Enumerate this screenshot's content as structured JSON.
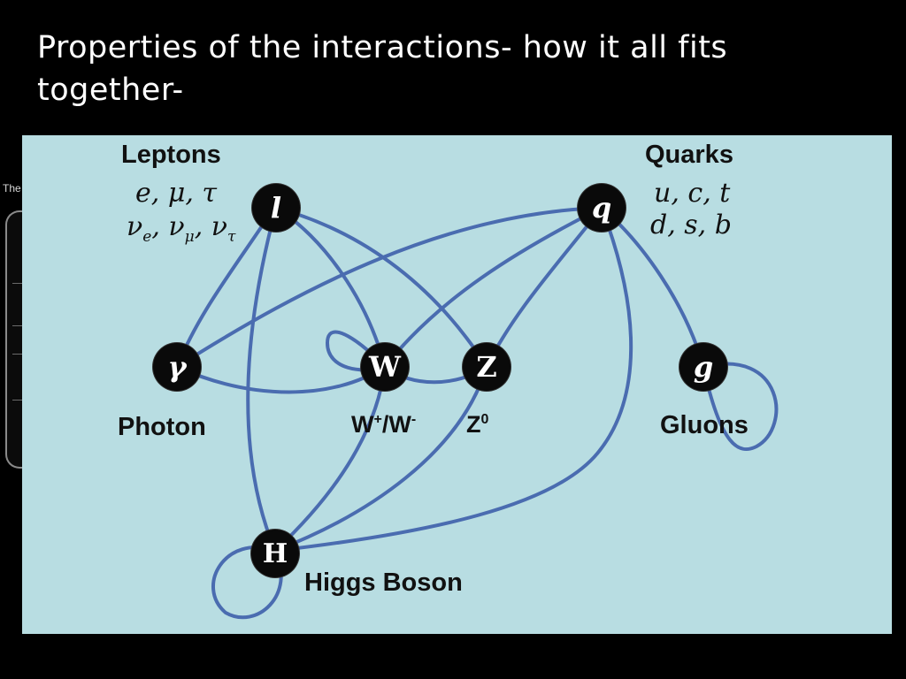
{
  "slide": {
    "title": "Properties of the interactions- how it all fits together-"
  },
  "background": {
    "ghost_text": "The"
  },
  "diagram": {
    "groups": {
      "leptons": {
        "heading": "Leptons",
        "charged": "e, μ, τ",
        "neutrinos": {
          "base": "ν",
          "subs": [
            "e",
            "μ",
            "τ"
          ]
        }
      },
      "quarks": {
        "heading": "Quarks",
        "up_type": "u, c, t",
        "down_type": "d, s, b"
      }
    },
    "nodes": {
      "lepton": {
        "symbol": "l"
      },
      "quark": {
        "symbol": "q"
      },
      "photon": {
        "symbol": "γ",
        "label": "Photon"
      },
      "w": {
        "symbol": "W",
        "label_base": "W",
        "label_sup1": "+",
        "label_mid": "/W",
        "label_sup2": "-"
      },
      "z": {
        "symbol": "Z",
        "label_base": "Z",
        "label_sup": "0"
      },
      "gluon": {
        "symbol": "g",
        "label": "Gluons"
      },
      "higgs": {
        "symbol": "H",
        "label": "Higgs Boson"
      }
    },
    "edge_color": "#4a6cb0",
    "panel_color": "#b8dde2"
  }
}
